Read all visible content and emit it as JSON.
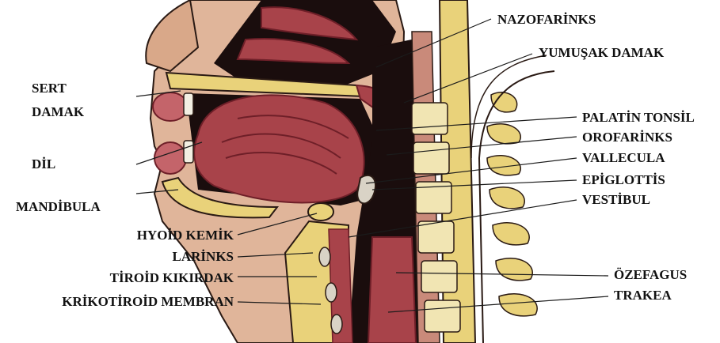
{
  "labels": {
    "nazofarinks": "NAZOFARİNKS",
    "yumusak_damak": "YUMUŞAK DAMAK",
    "sert": "SERT",
    "damak": "DAMAK",
    "dil": "DİL",
    "mandibula": "MANDİBULA",
    "palatin_tonsil": "PALATİN TONSİL",
    "orofarinks": "OROFARİNKS",
    "vallecula": "VALLECULA",
    "epiglottis": "EPİGLOTTİS",
    "vestibul": "VESTİBUL",
    "hyoid_kemik": "HYOİD KEMİK",
    "larinks": "LARİNKS",
    "tiroid_kikirdak": "TİROİD KIKIRDAK",
    "krikotiroid_membran": "KRİKOTİROİD MEMBRAN",
    "ozefagus": "ÖZEFAGUS",
    "trakea": "TRAKEA"
  },
  "colors": {
    "skin": "#e0b59a",
    "muscle": "#a8434a",
    "muscle_dark": "#6e1f28",
    "cavity": "#1a0d0d",
    "bone": "#e9d27a",
    "bone_spot": "#9b7a3a",
    "cartilage": "#d9d3c6",
    "outline": "#2a1a14"
  }
}
